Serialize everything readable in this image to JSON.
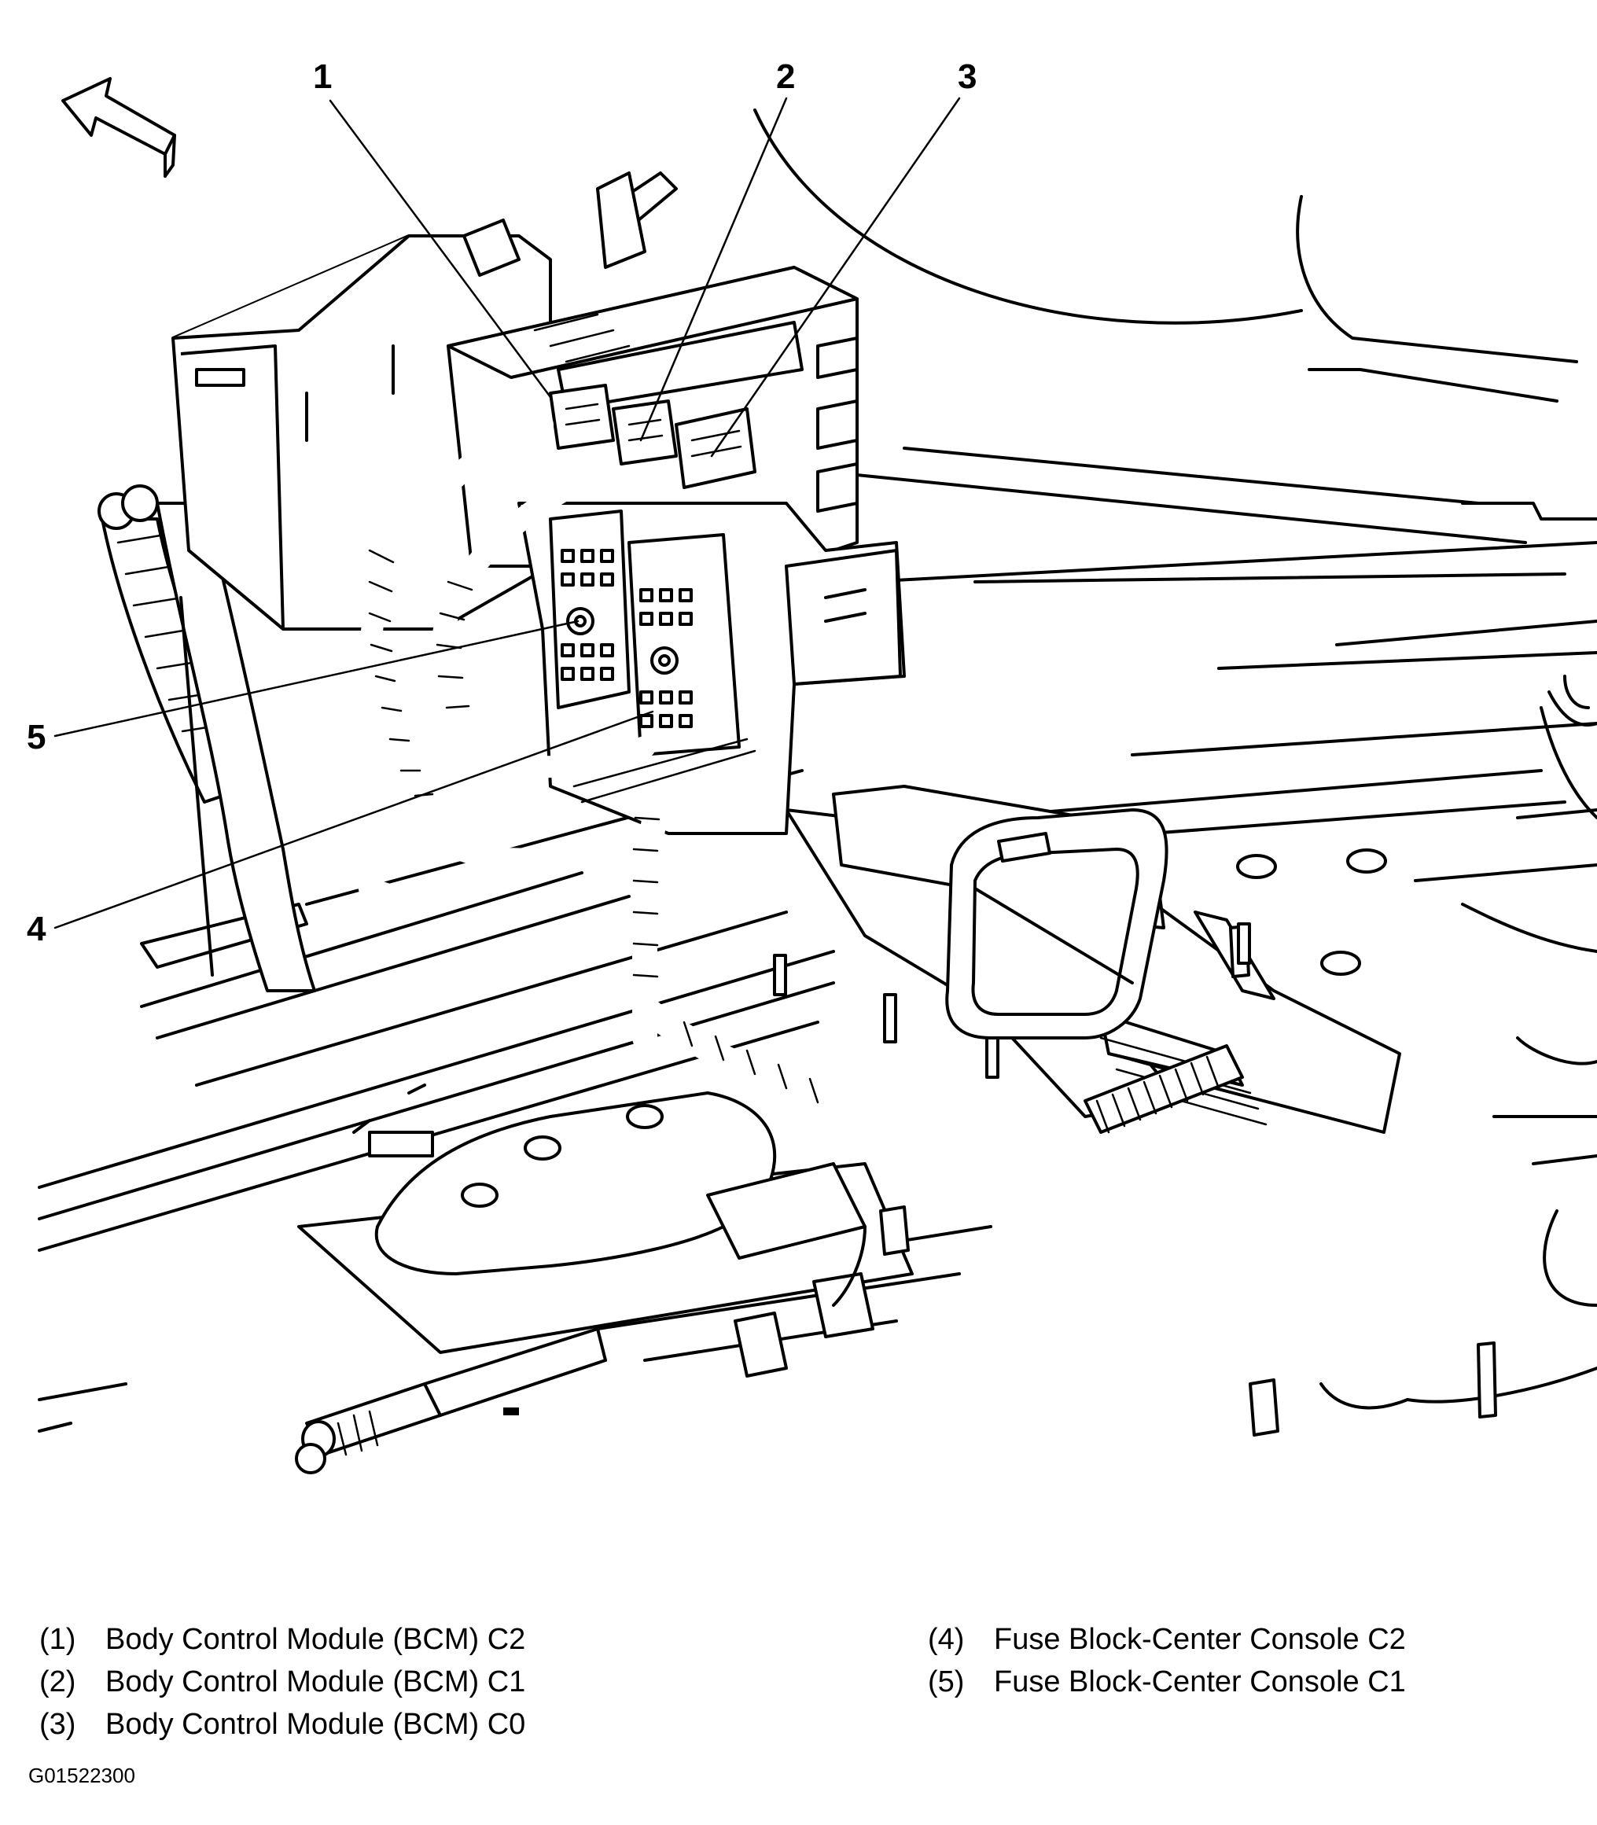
{
  "callouts": [
    {
      "number": "1",
      "label": "Body Control Module (BCM) C2"
    },
    {
      "number": "2",
      "label": "Body Control Module (BCM) C1"
    },
    {
      "number": "3",
      "label": "Body Control Module (BCM) C0"
    },
    {
      "number": "4",
      "label": "Fuse Block-Center Console C2"
    },
    {
      "number": "5",
      "label": "Fuse Block-Center Console C1"
    }
  ],
  "legend_numbers": [
    "(1)",
    "(2)",
    "(3)",
    "(4)",
    "(5)"
  ],
  "figure_code": "G01522300",
  "icons": {
    "direction": "forward-arrow-icon"
  }
}
